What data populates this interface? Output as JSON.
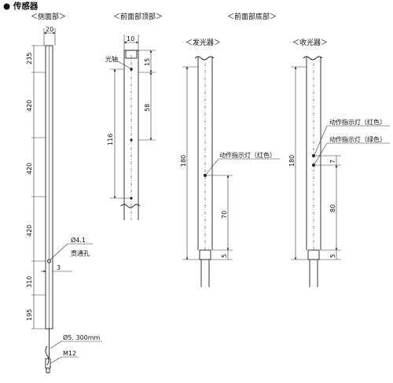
{
  "header": {
    "title": "● 传感器"
  },
  "sections": {
    "side": "＜侧面部＞",
    "front_top": "＜前面部顶部＞",
    "front_bottom": "＜前面部底部＞",
    "emitter": "＜发光器＞",
    "receiver": "＜收光器＞"
  },
  "side_view": {
    "width_dim": "20",
    "segments": [
      "235",
      "420",
      "420",
      "420",
      "310",
      "195"
    ],
    "hole_label": "Ø4.1",
    "hole_note": "贯通孔",
    "offset_dim": "3",
    "cable_label": "Ø5. 300mm",
    "connector_label": "M12"
  },
  "front_top_view": {
    "width_dim": "10",
    "optical_axis": "光轴",
    "dim_15": "15",
    "dim_58": "58",
    "dim_116": "116"
  },
  "emitter_view": {
    "height_dim": "180",
    "indicator": "动作指示灯（红色）",
    "dim_70": "70",
    "dim_5": "5"
  },
  "receiver_view": {
    "height_dim": "180",
    "indicator_red": "动作指示灯（红色）",
    "indicator_green": "动作指示灯（绿色）",
    "dim_7": "7",
    "dim_80": "80",
    "dim_5": "5"
  },
  "icons": {
    "bullet": "filled-circle"
  }
}
